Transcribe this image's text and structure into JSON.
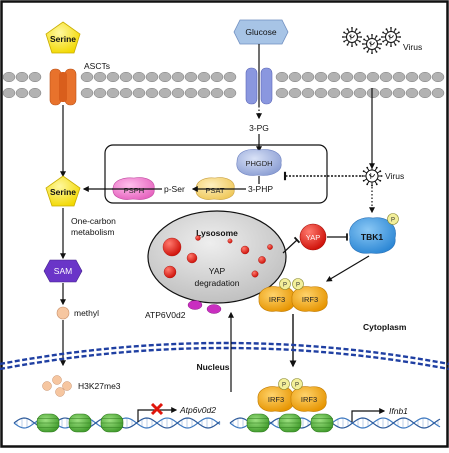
{
  "labels": {
    "serine_top": "Serine",
    "ascts": "ASCTs",
    "glucose": "Glucose",
    "virus_top": "Virus",
    "three_pg": "3-PG",
    "phgdh": "PHGDH",
    "virus_mid": "Virus",
    "serine_mid": "Serine",
    "psph": "PSPH",
    "p_ser": "p-Ser",
    "psat": "PSAT",
    "three_php": "3-PHP",
    "one_carbon_1": "One-carbon",
    "one_carbon_2": "metabolism",
    "sam": "SAM",
    "methyl": "methyl",
    "lysosome": "Lysosome",
    "yap_deg_1": "YAP",
    "yap_deg_2": "degradation",
    "atp6v0d2_protein": "ATP6V0d2",
    "yap": "YAP",
    "tbk1": "TBK1",
    "irf3_a": "IRF3",
    "irf3_b": "IRF3",
    "irf3_c": "IRF3",
    "irf3_d": "IRF3",
    "cytoplasm": "Cytoplasm",
    "nucleus": "Nucleus",
    "h3k27me3": "H3K27me3",
    "atp6v0d2_gene": "Atp6v0d2",
    "ifnb1": "Ifnb1",
    "phospho": "P"
  },
  "colors": {
    "serine": "#f5e21b",
    "transporter": "#e8722c",
    "glucose_box": "#a7c4e6",
    "glucose_transporter": "#7f8fd8",
    "phgdh": "#a9b9e0",
    "psph": "#f28bd0",
    "psat": "#f6dc86",
    "sam": "#6a35c8",
    "methyl": "#f6c6a0",
    "lysosome": "#cfcfcf",
    "lysosome_dots": "#e0271c",
    "yap": "#ef2a20",
    "tbk1": "#4a9fe0",
    "irf3": "#f2a81c",
    "phospho": "#f3ef9a",
    "nucleosome": "#58b440",
    "dna": "#3e79c0",
    "membrane": "#a9a9a9",
    "nuclear_membrane": "#1f3fa2"
  },
  "icons": {
    "virus": "virus-icon",
    "block": "red-x-icon",
    "transcription": "transcription-arrow-icon"
  }
}
